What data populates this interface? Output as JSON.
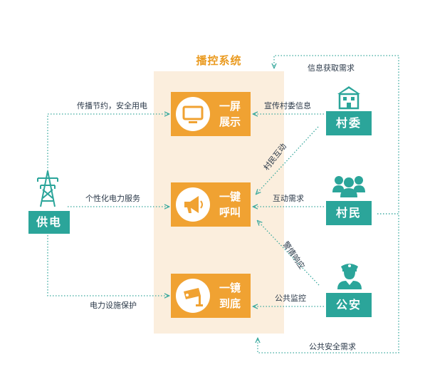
{
  "title": "播控系统",
  "boxes": [
    {
      "line1": "一屏",
      "line2": "展示",
      "icon": "tv-screen-icon"
    },
    {
      "line1": "一键",
      "line2": "呼叫",
      "icon": "megaphone-icon"
    },
    {
      "line1": "一镜",
      "line2": "到底",
      "icon": "camera-icon"
    }
  ],
  "actors": {
    "power": {
      "label": "供电",
      "icon": "power-tower-icon"
    },
    "village_committee": {
      "label": "村委",
      "icon": "building-icon"
    },
    "villagers": {
      "label": "村民",
      "icon": "people-icon"
    },
    "police": {
      "label": "公安",
      "icon": "police-officer-icon"
    }
  },
  "edges": {
    "info_need": "信息获取需求",
    "promote_power": "传播节约，安全用电",
    "promote_village": "宣传村委信息",
    "village_interaction": "村民互动",
    "personal_service": "个性化电力服务",
    "interaction_need": "互动需求",
    "alarm_response": "警情响应",
    "facility_protect": "电力设施保护",
    "public_monitor": "公共监控",
    "public_safety_need": "公共安全需求"
  },
  "colors": {
    "orange": "#f0a232",
    "teal": "#2ba59a",
    "panel": "#fbeedd",
    "dots": "#3aa99e"
  }
}
